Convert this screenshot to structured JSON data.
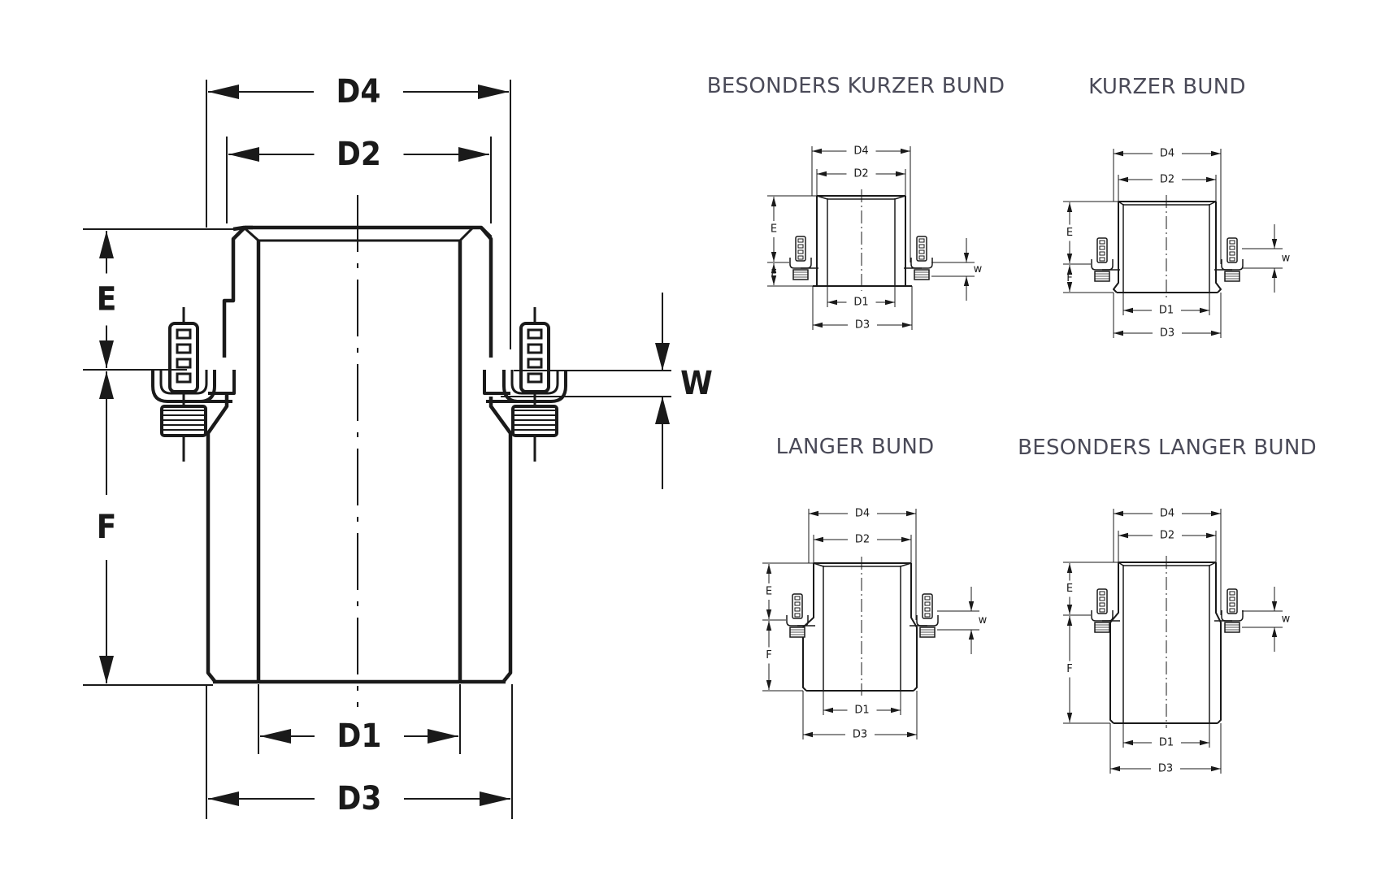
{
  "main_drawing": {
    "labels": {
      "d4": "D4",
      "d2": "D2",
      "d1": "D1",
      "d3": "D3",
      "e": "E",
      "f": "F",
      "w": "W"
    }
  },
  "variants": [
    {
      "id": "besonders-kurzer-bund",
      "title": "BESONDERS KURZER BUND",
      "labels": {
        "d4": "D4",
        "d2": "D2",
        "d1": "D1",
        "d3": "D3",
        "e": "E",
        "f": "F",
        "w": "w"
      }
    },
    {
      "id": "kurzer-bund",
      "title": "KURZER BUND",
      "labels": {
        "d4": "D4",
        "d2": "D2",
        "d1": "D1",
        "d3": "D3",
        "e": "E",
        "f": "F",
        "w": "w"
      }
    },
    {
      "id": "langer-bund",
      "title": "LANGER BUND",
      "labels": {
        "d4": "D4",
        "d2": "D2",
        "d1": "D1",
        "d3": "D3",
        "e": "E",
        "f": "F",
        "w": "w"
      }
    },
    {
      "id": "besonders-langer-bund",
      "title": "BESONDERS LANGER BUND",
      "labels": {
        "d4": "D4",
        "d2": "D2",
        "d1": "D1",
        "d3": "D3",
        "e": "E",
        "f": "F",
        "w": "w"
      }
    }
  ]
}
